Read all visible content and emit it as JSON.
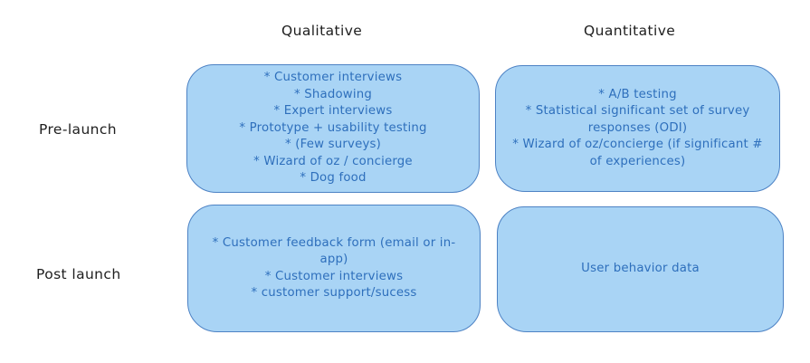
{
  "matrix": {
    "columns": [
      "Qualitative",
      "Quantitative"
    ],
    "rows": [
      "Pre-launch",
      "Post launch"
    ]
  },
  "cells": {
    "pre_launch_qualitative": {
      "items": [
        "* Customer interviews",
        "* Shadowing",
        "* Expert interviews",
        "* Prototype + usability testing",
        "* (Few surveys)",
        "* Wizard of oz / concierge",
        "* Dog food"
      ]
    },
    "pre_launch_quantitative": {
      "items": [
        "* A/B testing",
        "* Statistical significant set of survey responses (ODI)",
        "* Wizard of oz/concierge (if significant # of experiences)"
      ]
    },
    "post_launch_qualitative": {
      "items": [
        "* Customer feedback form (email or in-app)",
        "* Customer interviews",
        "* customer support/sucess"
      ]
    },
    "post_launch_quantitative": {
      "items": [
        "User behavior data"
      ]
    }
  },
  "colors": {
    "box_fill": "#a9d4f5",
    "box_stroke": "#4d82c4",
    "box_text": "#2e6fbc",
    "label_text": "#1e1e1e",
    "background": "#ffffff"
  }
}
